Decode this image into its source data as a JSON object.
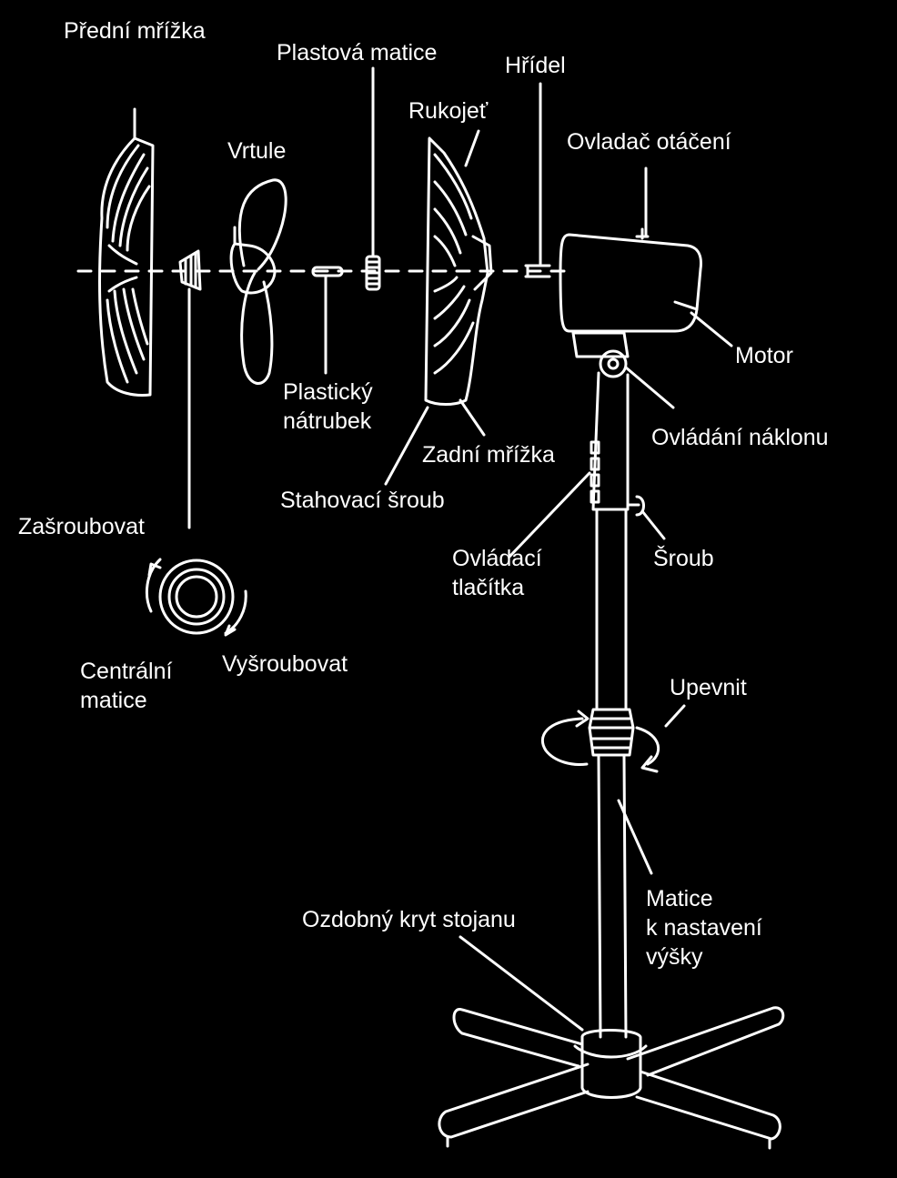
{
  "labels": {
    "front_grille": "Přední mřížka",
    "plastic_nut": "Plastová matice",
    "shaft": "Hřídel",
    "handle": "Rukojeť",
    "propeller": "Vrtule",
    "oscillation_control": "Ovladač otáčení",
    "motor": "Motor",
    "plastic_sleeve": "Plastický\nnátrubek",
    "tilt_control": "Ovládání náklonu",
    "rear_grille": "Zadní mřížka",
    "clamp_screw": "Stahovací šroub",
    "screw_in": "Zašroubovat",
    "control_buttons": "Ovládací\ntlačítka",
    "screw": "Šroub",
    "central_nut": "Centrální\nmatice",
    "unscrew": "Vyšroubovat",
    "fasten": "Upevnit",
    "height_nut": "Matice\nk nastavení\nvýšky",
    "stand_cover": "Ozdobný kryt stojanu"
  },
  "colors": {
    "background": "#000000",
    "line": "#ffffff"
  }
}
